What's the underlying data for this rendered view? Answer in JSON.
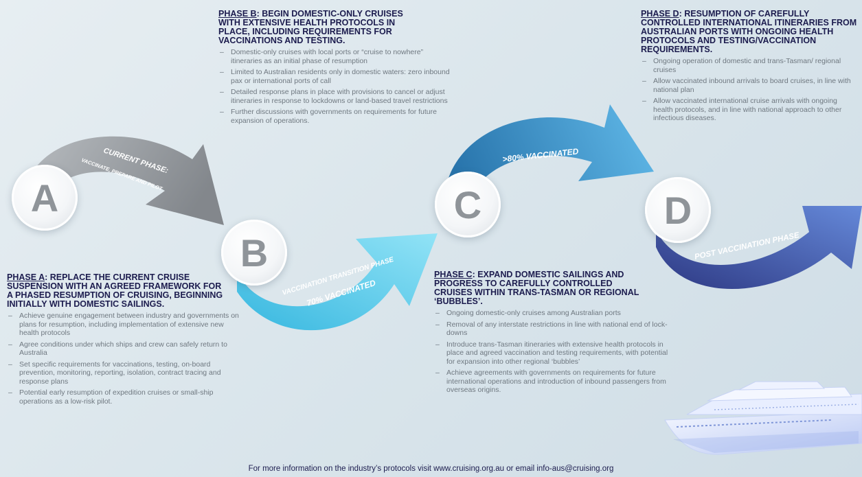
{
  "arrows": {
    "a": [
      "CURRENT PHASE:",
      "VACCINATE, PREPARE AND PILOT"
    ],
    "b": [
      "VACCINATION TRANSITION PHASE",
      "70% VACCINATED"
    ],
    "c": [
      ">80% VACCINATED"
    ],
    "d": [
      "POST VACCINATION PHASE"
    ]
  },
  "circles": {
    "a": "A",
    "b": "B",
    "c": "C",
    "d": "D"
  },
  "phase_a": {
    "code": "PHASE A",
    "title": ": REPLACE THE CURRENT CRUISE SUSPENSION WITH AN AGREED FRAMEWORK FOR A PHASED RESUMPTION OF CRUISING, BEGINNING INITIALLY WITH DOMESTIC SAILINGS.",
    "items": [
      "Achieve genuine engagement between industry and governments on plans for resumption, including implementation of extensive new health protocols",
      "Agree conditions under which ships and crew can safely return to Australia",
      "Set specific requirements for vaccinations, testing, on-board prevention, monitoring, reporting, isolation, contract tracing and response plans",
      "Potential early resumption of expedition cruises or small-ship operations as a low-risk pilot."
    ]
  },
  "phase_b": {
    "code": "PHASE B",
    "title": ": BEGIN DOMESTIC-ONLY CRUISES WITH EXTENSIVE HEALTH PROTOCOLS IN PLACE, INCLUDING REQUIREMENTS FOR VACCINATIONS AND TESTING.",
    "items": [
      "Domestic-only cruises with local ports or “cruise to nowhere” itineraries as an initial phase of resumption",
      "Limited to Australian residents only in domestic waters: zero inbound pax or international ports of call",
      "Detailed response plans in place with provisions to cancel or adjust itineraries in response to lockdowns or land-based travel restrictions",
      "Further discussions with governments on requirements for future expansion of operations."
    ]
  },
  "phase_c": {
    "code": "PHASE C",
    "title": ": EXPAND DOMESTIC SAILINGS AND PROGRESS TO CAREFULLY CONTROLLED CRUISES WITHIN TRANS-TASMAN OR REGIONAL ‘BUBBLES’.",
    "items": [
      "Ongoing domestic-only cruises among Australian ports",
      "Removal of any interstate restrictions in line with national end of lock-downs",
      "Introduce trans-Tasman itineraries with extensive health protocols in place and agreed vaccination and testing requirements, with potential for expansion into other regional ‘bubbles’",
      "Achieve agreements with governments on requirements for future international operations and introduction of inbound passengers from overseas origins."
    ]
  },
  "phase_d": {
    "code": "PHASE D",
    "title": ": RESUMPTION OF CAREFULLY CONTROLLED INTERNATIONAL ITINERARIES FROM AUSTRALIAN PORTS WITH ONGOING HEALTH PROTOCOLS AND TESTING/VACCINATION REQUIREMENTS.",
    "items": [
      "Ongoing operation of domestic and trans-Tasman/ regional cruises",
      "Allow vaccinated inbound arrivals to board cruises, in line with national plan",
      "Allow vaccinated international cruise arrivals with ongoing health protocols, and in line with national approach to other infectious diseases."
    ]
  },
  "footer": "For more information on the industry’s protocols visit www.cruising.org.au or email info-aus@cruising.org",
  "colors": {
    "title": "#1c1c4e",
    "body_text": "#6f7880",
    "arrow_a": "#8e9296",
    "arrow_b": "#5fd0ef",
    "arrow_c": "#2f8fcf",
    "arrow_d": "#3a4fb0"
  },
  "icons": {
    "ship": "cruise-ship-illustration"
  }
}
